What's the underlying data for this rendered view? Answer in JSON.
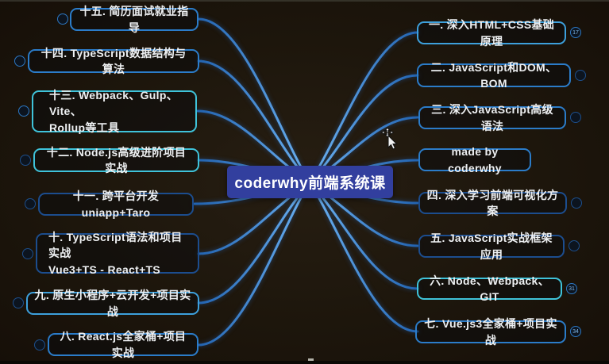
{
  "center": {
    "label": "coderwhy前端系统课"
  },
  "left_nodes": [
    {
      "id": "15",
      "label": "十五. 简历面试就业指导",
      "badge": ""
    },
    {
      "id": "14",
      "label": "十四. TypeScript数据结构与算法",
      "badge": ""
    },
    {
      "id": "13",
      "label": "十三. Webpack、Gulp、Vite、\nRollup等工具",
      "badge": ""
    },
    {
      "id": "12",
      "label": "十二. Node.js高级进阶项目实战",
      "badge": ""
    },
    {
      "id": "11",
      "label": "十一. 跨平台开发 uniapp+Taro",
      "badge": ""
    },
    {
      "id": "10",
      "label": "十. TypeScript语法和项目实战\nVue3+TS - React+TS",
      "badge": ""
    },
    {
      "id": "9",
      "label": "九. 原生小程序+云开发+项目实战",
      "badge": ""
    },
    {
      "id": "8",
      "label": "八. React.js全家桶+项目实战",
      "badge": ""
    }
  ],
  "right_nodes": [
    {
      "id": "1",
      "label": "一. 深入HTML+CSS基础原理",
      "badge": "17"
    },
    {
      "id": "2",
      "label": "二. JavaScript和DOM、BOM",
      "badge": ""
    },
    {
      "id": "3",
      "label": "三. 深入JavaScript高级语法",
      "badge": ""
    },
    {
      "id": "made",
      "label": "made by coderwhy",
      "badge": ""
    },
    {
      "id": "4",
      "label": "四. 深入学习前端可视化方案",
      "badge": ""
    },
    {
      "id": "5",
      "label": "五. JavaScript实战框架应用",
      "badge": ""
    },
    {
      "id": "6",
      "label": "六. Node、Webpack、GIT",
      "badge": "31"
    },
    {
      "id": "7",
      "label": "七. Vue.js3全家桶+项目实战",
      "badge": "34"
    }
  ],
  "colors": {
    "background": "#1d160c",
    "center_bg": "#323f9e",
    "border_blue": "#2b7cc9",
    "border_cyan": "#3fc3da",
    "border_navy": "#1c4d8e",
    "edge_bright": "#6cb2f2",
    "edge_dark": "#2263b0"
  },
  "cursor": {
    "name": "move-pointer"
  }
}
